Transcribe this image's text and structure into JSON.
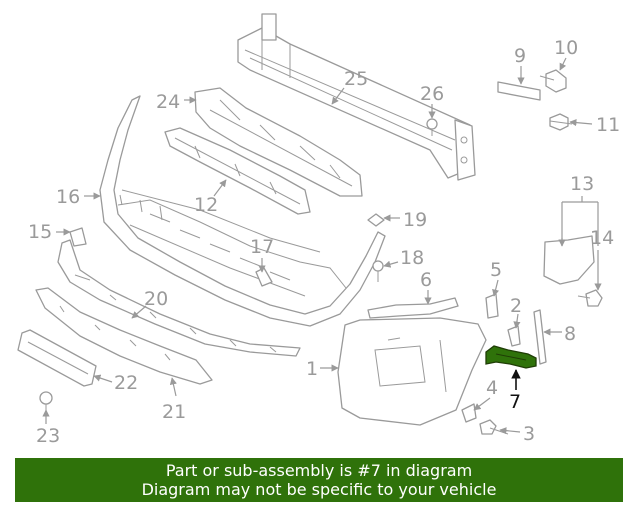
{
  "diagram": {
    "highlight_color": "#2f720a",
    "highlighted_part": "7",
    "callouts": [
      "1",
      "2",
      "3",
      "4",
      "5",
      "6",
      "7",
      "8",
      "9",
      "10",
      "11",
      "12",
      "13",
      "14",
      "15",
      "16",
      "17",
      "18",
      "19",
      "20",
      "21",
      "22",
      "23",
      "24",
      "25",
      "26"
    ]
  },
  "banner": {
    "line1": "Part or sub-assembly is #7 in diagram",
    "line2": "Diagram may not be specific to your vehicle",
    "background": "#2f720a"
  }
}
